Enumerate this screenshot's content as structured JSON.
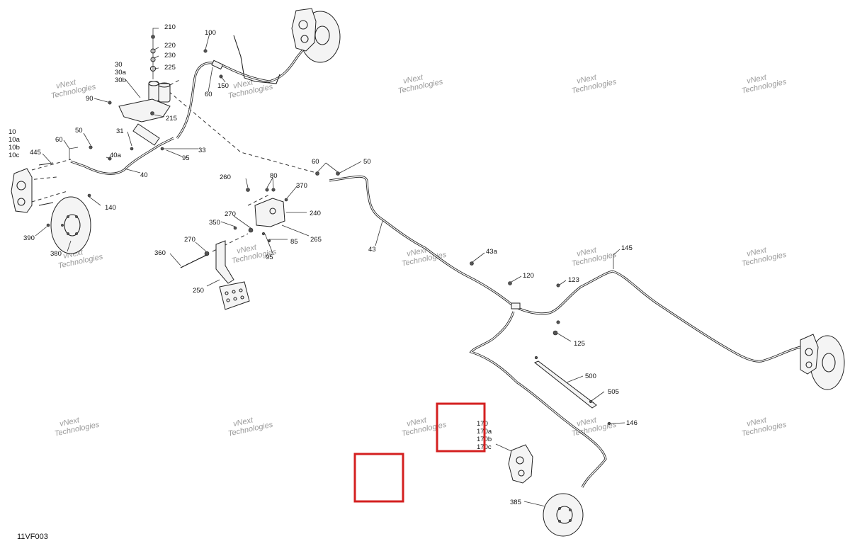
{
  "diagram_ref": "11VF003",
  "watermark": {
    "line1": "vNext",
    "line2": "Technologies"
  },
  "colors": {
    "highlight": "#d42020",
    "ink": "#222222",
    "watermark": "#9a9a9a"
  },
  "callouts": {
    "c10": "10",
    "c10a": "10a",
    "c10b": "10b",
    "c10c": "10c",
    "c30": "30",
    "c30a": "30a",
    "c30b": "30b",
    "c31": "31",
    "c33": "33",
    "c40": "40",
    "c40a": "40a",
    "c43": "43",
    "c43a": "43a",
    "c50a": "50",
    "c50b": "50",
    "c60a": "60",
    "c60b": "60",
    "c60c": "60",
    "c80": "80",
    "c85": "85",
    "c90": "90",
    "c95a": "95",
    "c95b": "95",
    "c100": "100",
    "c120": "120",
    "c123": "123",
    "c125": "125",
    "c140": "140",
    "c145": "145",
    "c146": "146",
    "c150": "150",
    "c170": "170",
    "c170a": "170a",
    "c170b": "170b",
    "c170c": "170c",
    "c210": "210",
    "c215": "215",
    "c220": "220",
    "c225": "225",
    "c230": "230",
    "c240": "240",
    "c250": "250",
    "c260": "260",
    "c265": "265",
    "c270a": "270",
    "c270b": "270",
    "c350": "350",
    "c360": "360",
    "c370": "370",
    "c380": "380",
    "c385": "385",
    "c390": "390",
    "c445": "445",
    "c500": "500",
    "c505": "505"
  }
}
